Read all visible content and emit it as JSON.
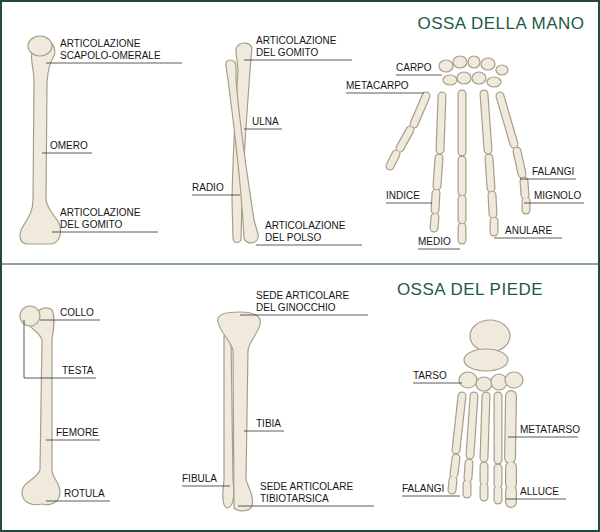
{
  "diagram": {
    "labels": [
      "ARTICOLAZIONE SCAPOLO-OMERALE",
      "OMERO",
      "ARTICOLAZIONE DEL GOMITO",
      "ARTICOLAZIONE DEL GOMITO",
      "ULNA",
      "RADIO",
      "ARTICOLAZIONE DEL POLSO",
      "OSSA DELLA MANO",
      "CARPO",
      "METACARPO",
      "FALANGI",
      "INDICE",
      "MIGNOLO",
      "MEDIO",
      "ANULARE",
      "COLLO",
      "TESTA",
      "FEMORE",
      "ROTULA",
      "SEDE ARTICOLARE DEL GINOCCHIO",
      "TIBIA",
      "FIBULA",
      "SEDE ARTICOLARE TIBIOTARSICA",
      "OSSA DEL PIEDE",
      "TARSO",
      "METATARSO",
      "FALANGI",
      "ALLUCE"
    ]
  }
}
